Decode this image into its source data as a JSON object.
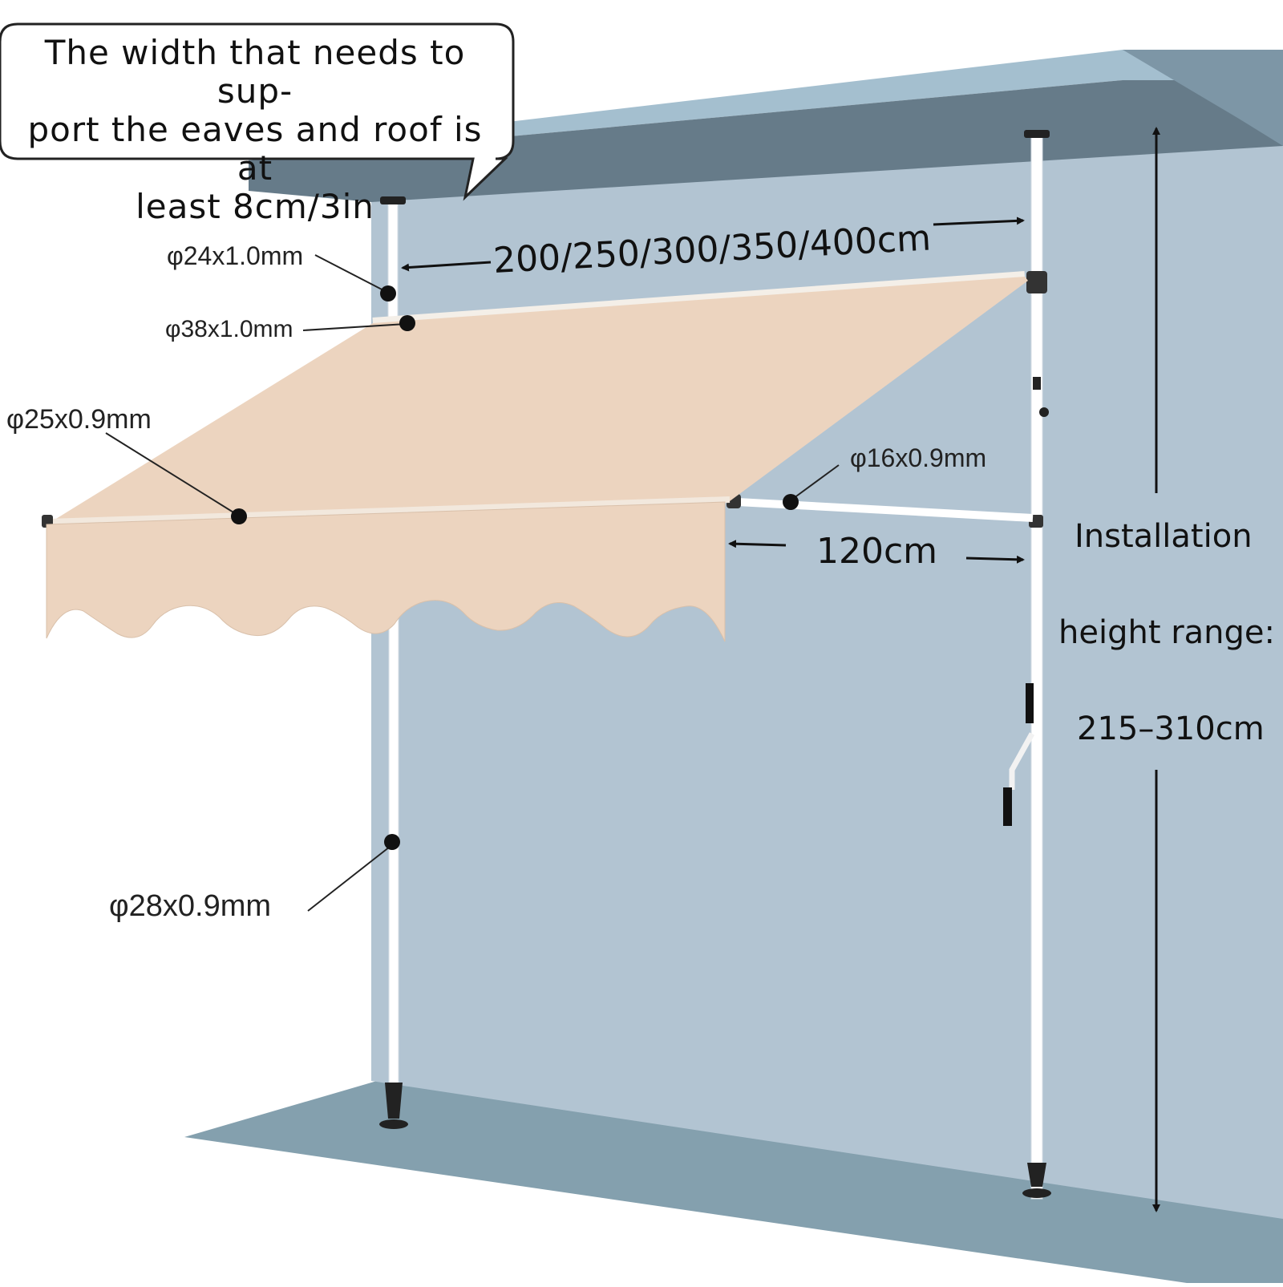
{
  "callout": {
    "text": "The width that needs to sup-\nport the eaves and roof is at\nleast 8cm/3in"
  },
  "dimensions": {
    "width": "200/250/300/350/400cm",
    "depth": "120cm"
  },
  "specs": {
    "top_post": "φ24x1.0mm",
    "roller_tube": "φ38x1.0mm",
    "front_bar": "φ25x0.9mm",
    "arm": "φ16x0.9mm",
    "lower_post": "φ28x0.9mm"
  },
  "installation": {
    "line1": "Installation",
    "line2": "height range:",
    "line3": "215–310cm"
  },
  "colors": {
    "wall": "#b2c4d2",
    "eave_underside": "#667b89",
    "eave_top": "#a4bfcf",
    "floor": "#84a0ae",
    "fabric": "#ecd4bf",
    "frame": "#ffffff"
  }
}
